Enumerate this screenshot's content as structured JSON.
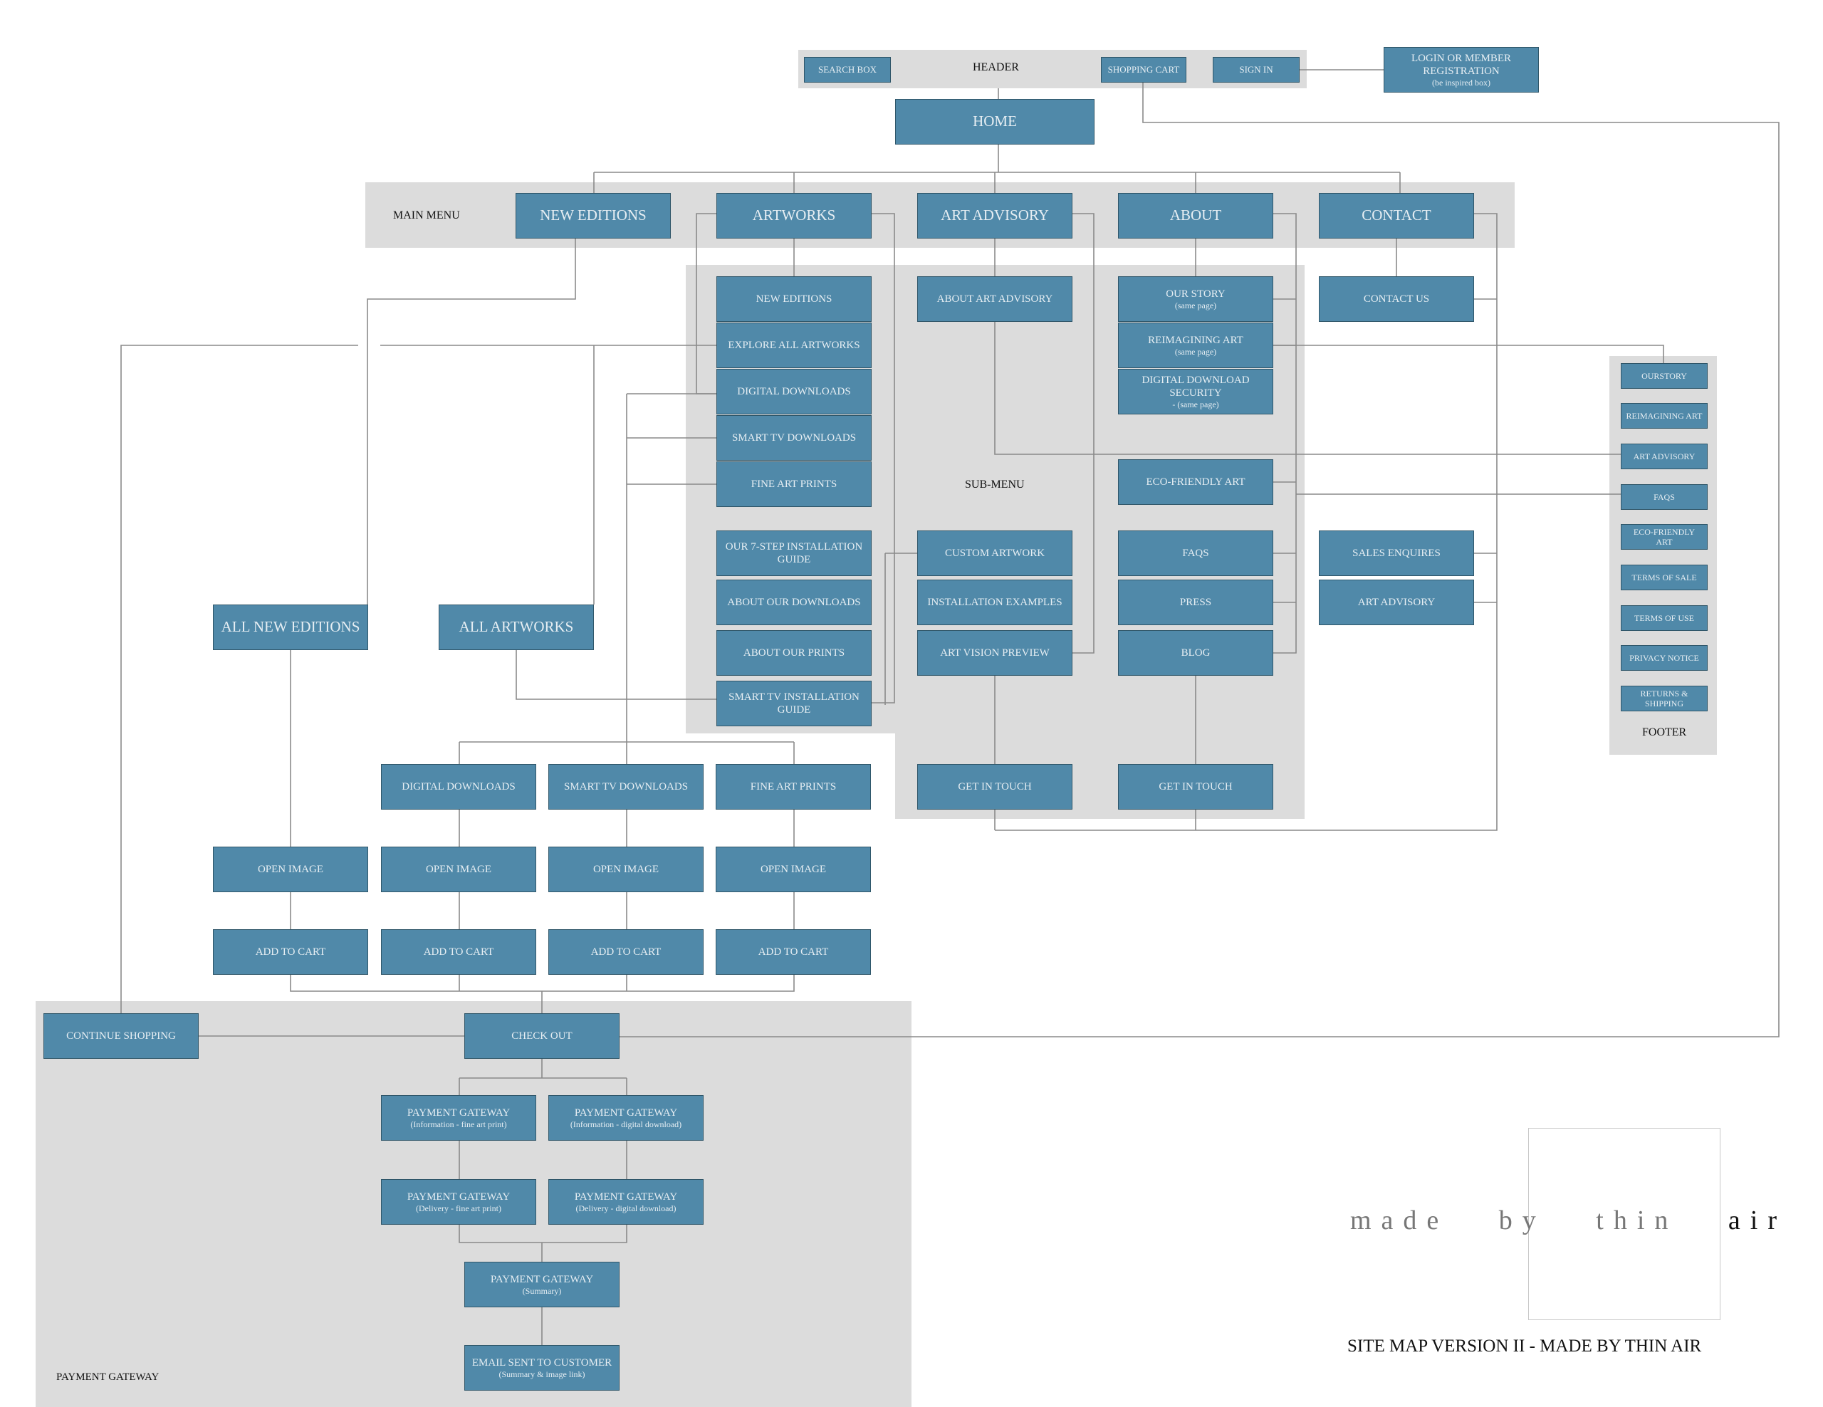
{
  "labels": {
    "header": "HEADER",
    "main_menu": "MAIN MENU",
    "sub_menu": "SUB-MENU",
    "footer": "FOOTER",
    "payment_gateway": "PAYMENT GATEWAY"
  },
  "header": {
    "search_box": "SEARCH BOX",
    "shopping_cart": "SHOPPING CART",
    "sign_in": "SIGN IN",
    "login_title": "LOGIN OR MEMBER REGISTRATION",
    "login_sub": "(be inspired box)"
  },
  "home": "HOME",
  "main_menu": {
    "new_editions": "NEW EDITIONS",
    "artworks": "ARTWORKS",
    "art_advisory": "ART ADVISORY",
    "about": "ABOUT",
    "contact": "CONTACT"
  },
  "artworks_menu": {
    "new_editions": "NEW EDITIONS",
    "explore_all": "EXPLORE ALL ARTWORKS",
    "digital_downloads": "DIGITAL DOWNLOADS",
    "smart_tv_downloads": "SMART TV DOWNLOADS",
    "fine_art_prints": "FINE ART PRINTS",
    "install_guide": "OUR 7-STEP INSTALLATION GUIDE",
    "about_downloads": "ABOUT OUR DOWNLOADS",
    "about_prints": "ABOUT OUR PRINTS",
    "smart_tv_guide": "SMART TV INSTALLATION GUIDE"
  },
  "advisory_menu": {
    "about_art_advisory": "ABOUT ART ADVISORY",
    "custom_artwork": "CUSTOM ARTWORK",
    "installation_examples": "INSTALLATION EXAMPLES",
    "art_vision_preview": "ART VISION PREVIEW",
    "get_in_touch": "GET IN TOUCH"
  },
  "about_menu": {
    "our_story": "OUR STORY",
    "our_story_sub": "(same page)",
    "reimagining": "REIMAGINING ART",
    "reimagining_sub": "(same page)",
    "security_title": "DIGITAL DOWNLOAD SECURITY",
    "security_sub": "- (same page)",
    "eco": "ECO-FRIENDLY ART",
    "faqs": "FAQs",
    "press": "PRESS",
    "blog": "BLOG",
    "get_in_touch": "GET IN TOUCH"
  },
  "contact_menu": {
    "contact_us": "CONTACT US",
    "sales_enquires": "SALES ENQUIRES",
    "art_advisory": "ART ADVISORY"
  },
  "footer": {
    "items": [
      "OURSTORY",
      "REIMAGINING ART",
      "ART ADVISORY",
      "FAQs",
      "ECO-FRIENDLY ART",
      "TERMS OF SALE",
      "TERMS OF USE",
      "PRIVACY NOTICE",
      "RETURNS & SHIPPING"
    ]
  },
  "listing": {
    "all_new_editions": "ALL NEW EDITIONS",
    "all_artworks": "ALL ARTWORKS",
    "digital_downloads": "DIGITAL DOWNLOADS",
    "smart_tv_downloads": "SMART TV DOWNLOADS",
    "fine_art_prints": "FINE ART PRINTS",
    "open_image": "OPEN IMAGE",
    "add_to_cart": "ADD TO CART"
  },
  "checkout": {
    "continue_shopping": "CONTINUE SHOPPING",
    "check_out": "CHECK OUT",
    "pg": "PAYMENT GATEWAY",
    "pg_info_fine": "(Information - fine art print)",
    "pg_info_digital": "(Information - digital download)",
    "pg_delivery_fine": "(Delivery - fine art print)",
    "pg_delivery_digital": "(Delivery - digital download)",
    "pg_summary": "(Summary)",
    "email": "EMAIL SENT TO CUSTOMER",
    "email_sub": "(Summary & image link)"
  },
  "brand": {
    "logo_word1": "made",
    "logo_word2": "by",
    "logo_word3a": "thin",
    "logo_word3b": "air",
    "caption": "SITE MAP VERSION II - MADE BY THIN AIR"
  },
  "colors": {
    "box_fill": "#5089a9",
    "box_border": "#2f5669",
    "box_text": "#e6eef3",
    "region_fill": "#dcdcdc",
    "connector": "#8a8a8a"
  }
}
